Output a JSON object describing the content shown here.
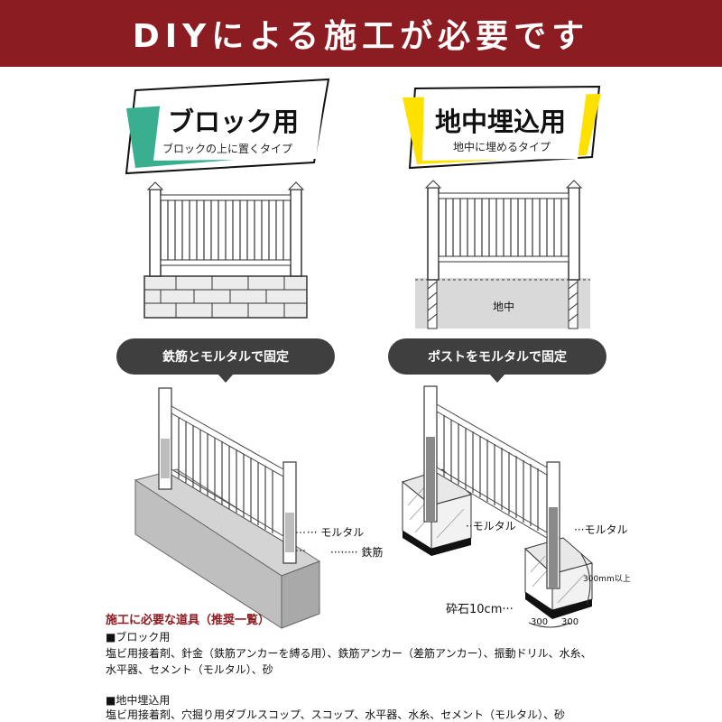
{
  "header": {
    "title": "DIYによる施工が必要です"
  },
  "colors": {
    "header_bg": "#8b1c22",
    "block_accent": "#3aaf8f",
    "ground_accent": "#ffe100",
    "pill_bg": "#3f3f3f"
  },
  "block_type": {
    "title": "ブロック用",
    "subtitle": "ブロックの上に置くタイプ",
    "method": "鉄筋とモルタルで固定",
    "label_mortar": "モルタル",
    "label_rebar": "鉄筋"
  },
  "ground_type": {
    "title": "地中埋込用",
    "subtitle": "地中に埋めるタイプ",
    "ground_label": "地中",
    "method": "ポストをモルタルで固定",
    "label_mortar_left": "モルタル",
    "label_mortar_right": "モルタル",
    "label_gravel": "砕石10cm",
    "label_depth": "300mm以上",
    "label_width_a": "300",
    "label_width_b": "300"
  },
  "tools": {
    "title": "施工に必要な道具（推奨一覧）",
    "block_heading": "■ブロック用",
    "block_items": "塩ビ用接着剤、針金（鉄筋アンカーを縛る用）、鉄筋アンカー（差筋アンカー）、振動ドリル、水糸、",
    "block_items_2": "水平器、セメント（モルタル）、砂",
    "ground_heading": "■地中埋込用",
    "ground_items": "塩ビ用接着剤、穴掘り用ダブルスコップ、スコップ、水平器、水糸、セメント（モルタル）、砂"
  }
}
